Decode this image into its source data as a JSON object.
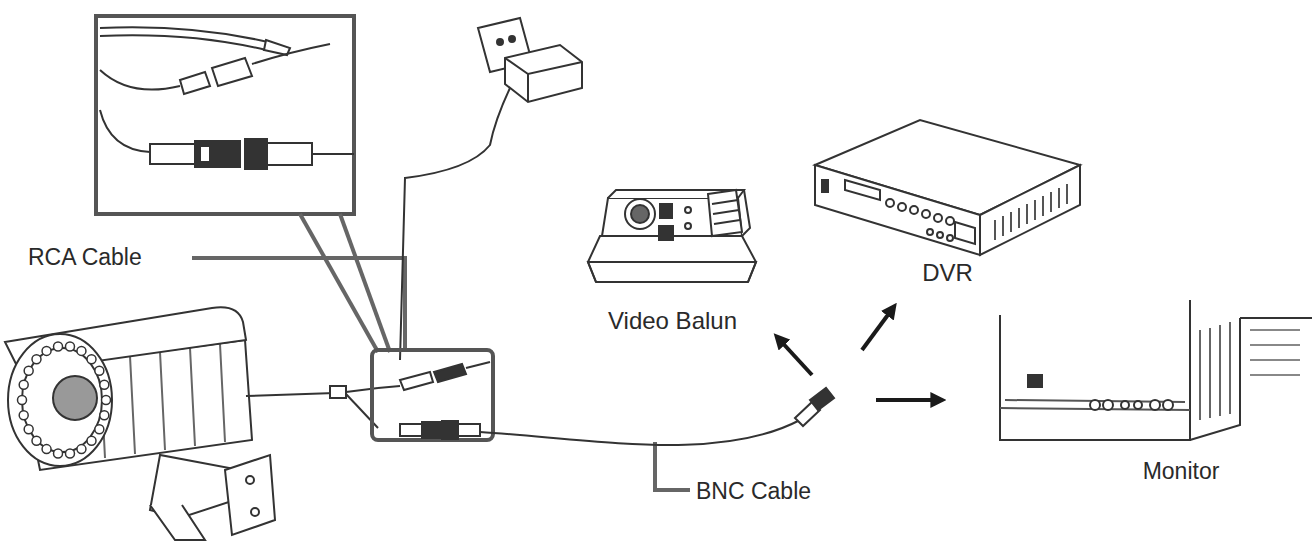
{
  "diagram": {
    "nodes": [
      {
        "text": [
          "Video Balun"
        ]
      },
      {
        "text": [
          "DVR"
        ]
      },
      {
        "text": [
          "Monitor"
        ]
      }
    ],
    "labels": [
      "RCA Cable",
      "BNC Cable"
    ]
  }
}
